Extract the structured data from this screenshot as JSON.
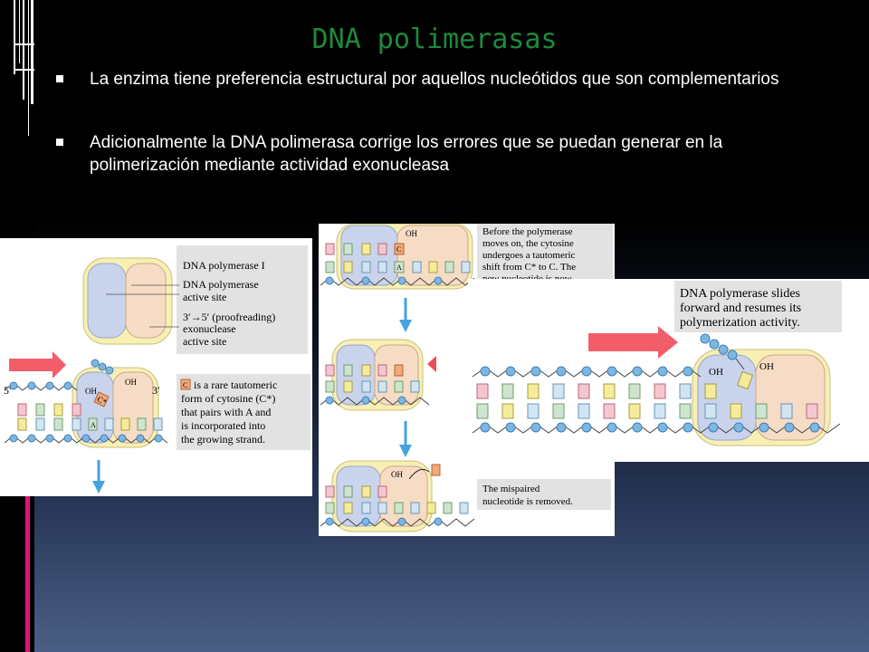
{
  "slide": {
    "title": "DNA polimerasas",
    "bullets": [
      "La enzima tiene preferencia estructural por aquellos nucleótidos que son complementarios",
      "Adicionalmente la DNA polimerasa corrige los errores que se puedan generar en la polimerización mediante actividad exonucleasa"
    ]
  },
  "figure": {
    "left_labels": [
      "DNA polymerase I",
      "DNA polymerase",
      "active site",
      "3′→5′ (proofreading)",
      "exonuclease",
      "active site"
    ],
    "strand_labels": {
      "five_prime": "5′",
      "three_prime": "3′",
      "oh": "OH"
    },
    "base_labels": {
      "tautomer": "C*",
      "a": "A",
      "c": "C"
    },
    "tautomer_note": [
      "is a rare tautomeric",
      "form of cytosine (C*)",
      "that pairs with A and",
      "is incorporated into",
      "the growing strand."
    ],
    "middle_note_top": [
      "Before the polymerase",
      "moves on, the cytosine",
      "undergoes a tautomeric",
      "shift from C* to C. The",
      "new nucleotide is now"
    ],
    "middle_note_bottom": [
      "The mispaired",
      "nucleotide is removed."
    ],
    "right_note": [
      "DNA polymerase slides",
      "forward and resumes its",
      "polymerization activity."
    ]
  }
}
